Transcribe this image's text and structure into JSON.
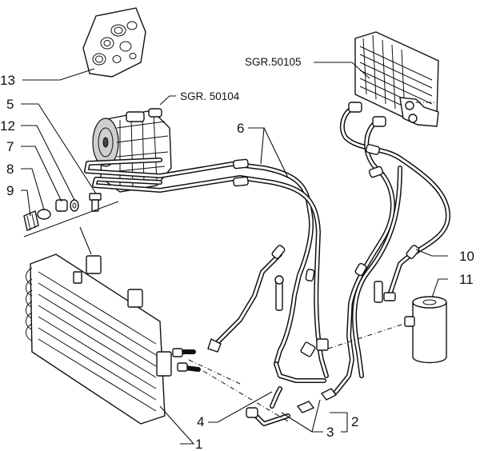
{
  "callouts": {
    "c1": "1",
    "c2": "2",
    "c3": "3",
    "c4": "4",
    "c5": "5",
    "c6": "6",
    "c7": "7",
    "c8": "8",
    "c9": "9",
    "c10": "10",
    "c11": "11",
    "c12": "12",
    "c13": "13"
  },
  "references": {
    "compressor": "SGR. 50104",
    "evaporator": "SGR.50105"
  }
}
